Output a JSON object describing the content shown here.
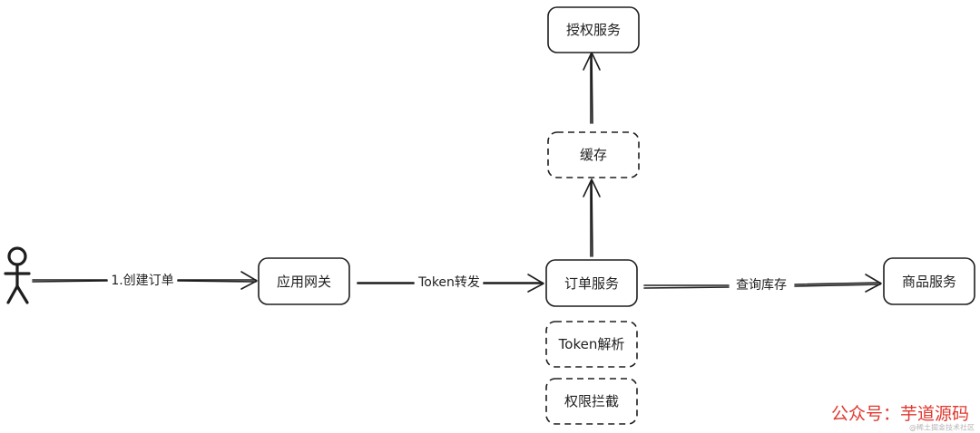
{
  "nodes": {
    "auth_service": "授权服务",
    "cache": "缓存",
    "gateway": "应用网关",
    "order_service": "订单服务",
    "product_service": "商品服务",
    "token_parse": "Token解析",
    "permission_intercept": "权限拦截"
  },
  "edges": {
    "create_order": "1.创建订单",
    "token_forward": "Token转发",
    "query_stock": "查询库存"
  },
  "watermark": {
    "main": "公众号：芋道源码",
    "sub": "@稀土掘金技术社区"
  },
  "colors": {
    "stroke": "#1e1e1e",
    "watermark": "#e0382f"
  }
}
